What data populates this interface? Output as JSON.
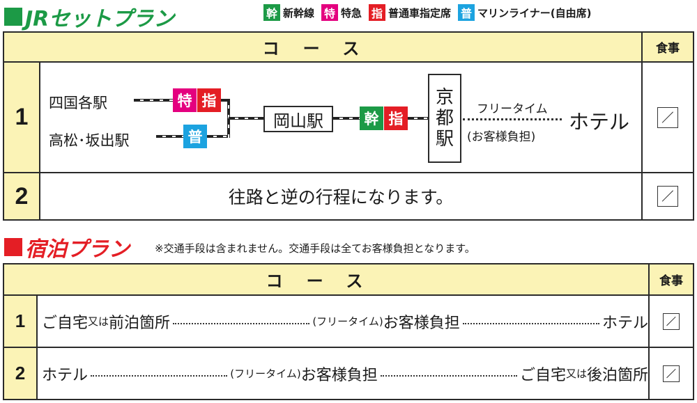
{
  "jr_plan": {
    "title": "JRセットプラン",
    "legend": [
      {
        "badge": "幹",
        "label": "新幹線",
        "color": "#1c9a46"
      },
      {
        "badge": "特",
        "label": "特急",
        "color": "#e4007f"
      },
      {
        "badge": "指",
        "label": "普通車指定席",
        "color": "#e41e25"
      },
      {
        "badge": "普",
        "label": "マリンライナー(自由席)",
        "color": "#1ca3e0"
      }
    ],
    "table": {
      "course_header": "コース",
      "meal_header": "食事",
      "rows": [
        {
          "number": "1",
          "origin_1": "四国各駅",
          "origin_2": "高松･坂出駅",
          "badge_tok": "特",
          "badge_shi": "指",
          "badge_fu": "普",
          "transfer": "岡山駅",
          "badge_kan": "幹",
          "badge_shi_2": "指",
          "destination": [
            "京",
            "都",
            "駅"
          ],
          "free_time": "フリータイム",
          "own_cost": "(お客様負担)",
          "hotel": "ホテル"
        },
        {
          "number": "2",
          "text": "往路と逆の行程になります。"
        }
      ]
    }
  },
  "stay_plan": {
    "title": "宿泊プラン",
    "note": "※交通手段は含まれません。交通手段は全てお客様負担となります。",
    "table": {
      "course_header": "コース",
      "meal_header": "食事",
      "rows": [
        {
          "number": "1",
          "start": "ご自宅",
          "mid_small": "又は",
          "start_2": "前泊箇所",
          "free": "(フリータイム)",
          "cost": "お客様負担",
          "end": "ホテル"
        },
        {
          "number": "2",
          "start": "ホテル",
          "free": "(フリータイム)",
          "cost": "お客様負担",
          "end": "ご自宅",
          "mid_small": "又は",
          "end_2": "後泊箇所"
        }
      ]
    }
  }
}
